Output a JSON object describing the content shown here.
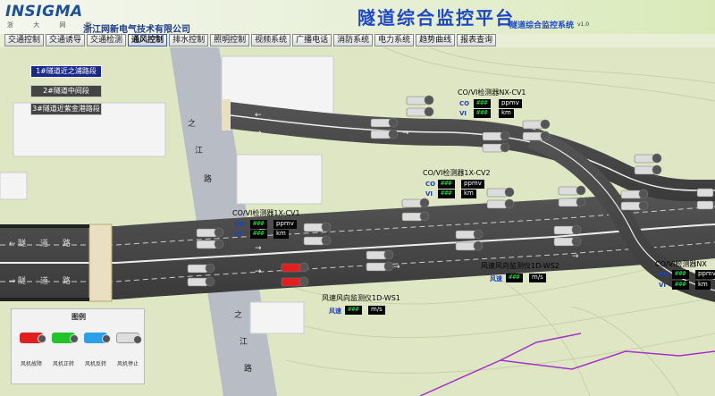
{
  "header": {
    "logo": "INSIGMA",
    "logo_sub": "浙 大 网 新",
    "company": "浙江网新电气技术有限公司",
    "title": "隧道综合监控平台",
    "system_name": "隧道综合监控系统",
    "version": "v1.0"
  },
  "menu": {
    "items": [
      "交通控制",
      "交通诱导",
      "交通检测",
      "通风控制",
      "排水控制",
      "照明控制",
      "视频系统",
      "广播电话",
      "消防系统",
      "电力系统",
      "趋势曲线",
      "报表查询"
    ],
    "active": "通风控制"
  },
  "segments": [
    {
      "label": "1#隧道近之浦路段",
      "active": true
    },
    {
      "label": "2#隧道中间段",
      "active": false
    },
    {
      "label": "3#隧道近紫金港路段",
      "active": false
    }
  ],
  "road_name_chars": [
    "之",
    "江",
    "路"
  ],
  "tunnel_text": [
    "隧",
    "道",
    "路"
  ],
  "sensors": [
    {
      "name": "CO/VI检测器NX-CV1",
      "co": "###",
      "co_unit": "ppmv",
      "vi": "###",
      "vi_unit": "km"
    },
    {
      "name": "CO/VI检测器1X-CV2",
      "co": "###",
      "co_unit": "ppmv",
      "vi": "###",
      "vi_unit": "km"
    },
    {
      "name": "CO/VI检测器1X-CV1",
      "co": "###",
      "co_unit": "ppmv",
      "vi": "###",
      "vi_unit": "km"
    },
    {
      "name": "CO/VI检测器NX",
      "co": "###",
      "co_unit": "ppmv",
      "vi": "###",
      "vi_unit": "km"
    }
  ],
  "wind_sensors": [
    {
      "name": "风速风向监测仪1D-WS2",
      "label": "风速",
      "value": "###",
      "unit": "m/s"
    },
    {
      "name": "风速风向监测仪1D-WS1",
      "label": "风速",
      "value": "###",
      "unit": "m/s"
    }
  ],
  "param_labels": {
    "co": "CO",
    "vi": "VI"
  },
  "legend": {
    "title": "图例",
    "items": [
      {
        "label": "风机故障",
        "color": "#e02020"
      },
      {
        "label": "风机正转",
        "color": "#22c42a"
      },
      {
        "label": "风机反转",
        "color": "#2aa0e8"
      },
      {
        "label": "风机停止",
        "color": "#dddddd"
      }
    ]
  },
  "arrows": {
    "right": "→",
    "left": "←"
  }
}
